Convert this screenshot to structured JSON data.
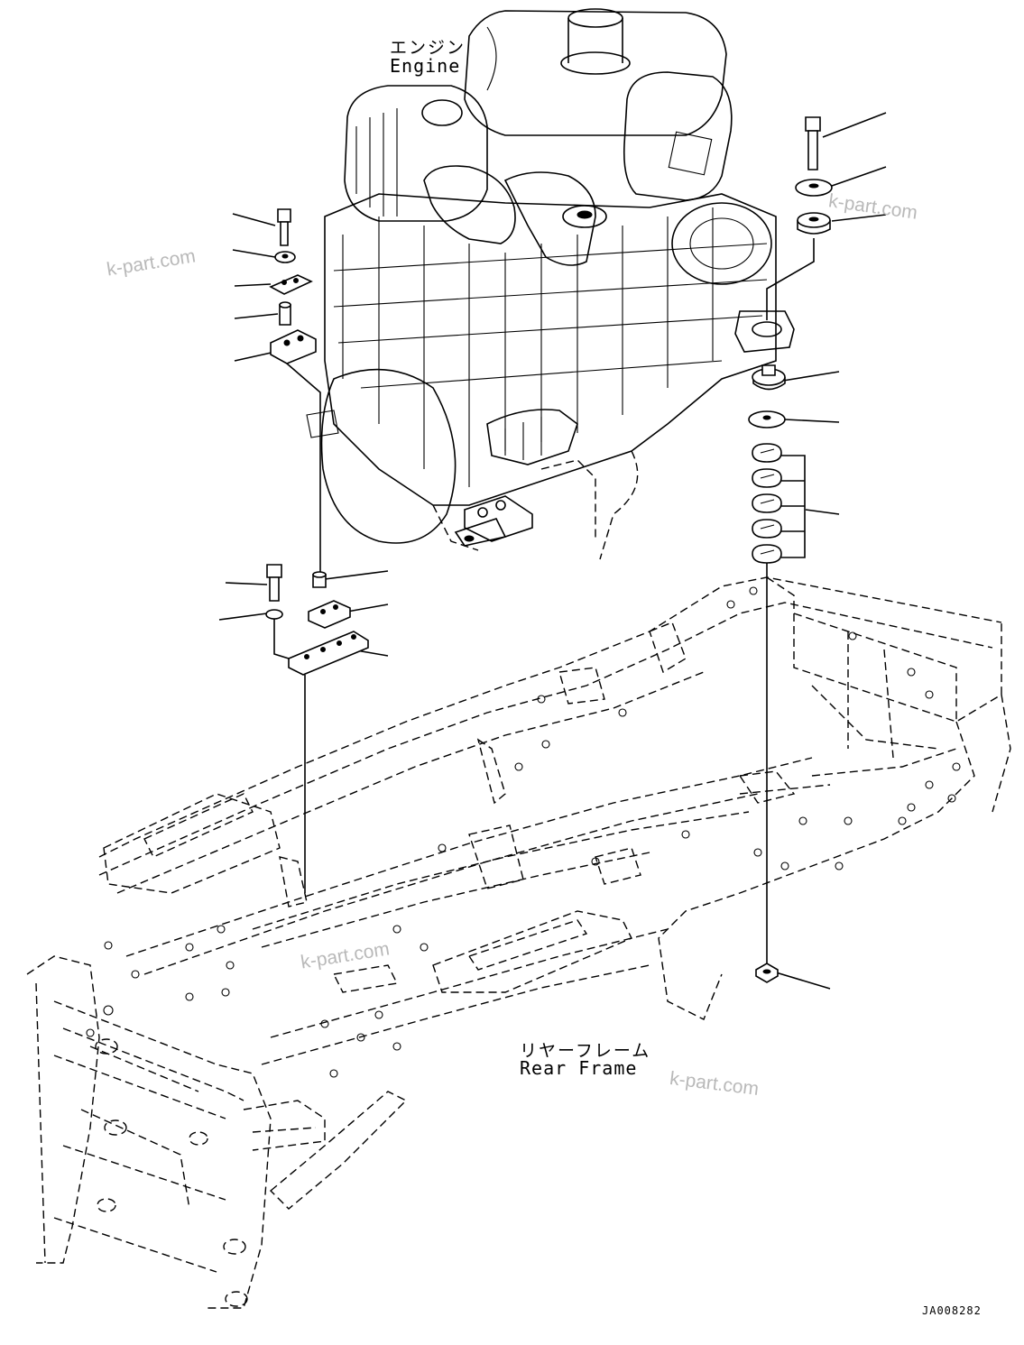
{
  "labels": {
    "engine_jp": "エンジン",
    "engine_en": "Engine",
    "frame_jp": "リヤーフレーム",
    "frame_en": "Rear Frame"
  },
  "watermarks": [
    "k-part.com",
    "k-part.com",
    "k-part.com",
    "k-part.com"
  ],
  "drawing_code": "JA008282"
}
